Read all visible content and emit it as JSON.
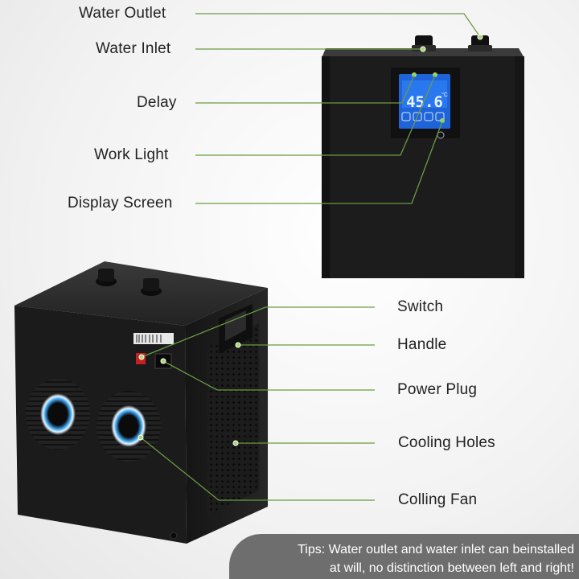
{
  "labels": {
    "water_outlet": "Water Outlet",
    "water_inlet": "Water Inlet",
    "delay": "Delay",
    "work_light": "Work Light",
    "display_screen": "Display Screen",
    "switch": "Switch",
    "handle": "Handle",
    "power_plug": "Power Plug",
    "cooling_holes": "Cooling Holes",
    "colling_fan": "Colling Fan"
  },
  "display": {
    "reading": "45.6",
    "unit": "°C"
  },
  "tips": {
    "line1": "Tips: Water outlet and water inlet can beinstalled",
    "line2": "at will, no distinction between left and right!"
  },
  "colors": {
    "leader": "#6b9a44",
    "body": "#1a1a1a",
    "screen": "#1f63d8",
    "tips_bg": "#6e6e6e"
  }
}
